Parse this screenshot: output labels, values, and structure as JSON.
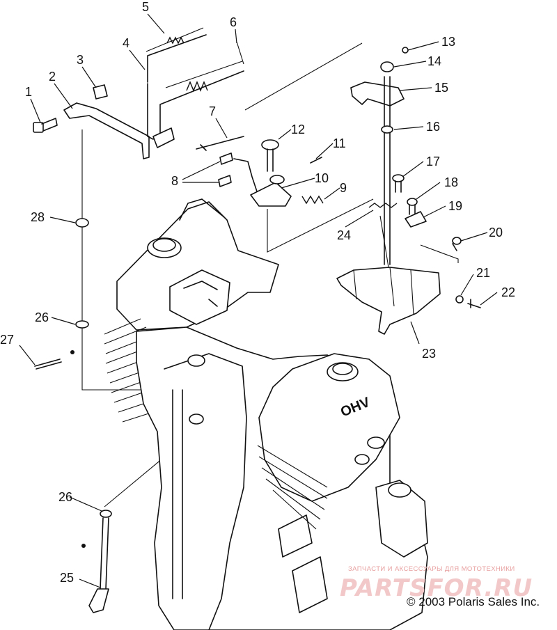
{
  "callouts": [
    "1",
    "2",
    "3",
    "4",
    "5",
    "6",
    "7",
    "8",
    "9",
    "10",
    "11",
    "12",
    "13",
    "14",
    "15",
    "16",
    "17",
    "18",
    "19",
    "20",
    "21",
    "22",
    "23",
    "24",
    "25",
    "26",
    "26",
    "27",
    "28"
  ],
  "engine_mark": "OHV",
  "watermark": {
    "subtitle": "ЗАПЧАСТИ И АКСЕССУАРЫ ДЛЯ МОТОТЕХНИКИ",
    "logo": "PARTSFOR.RU"
  },
  "copyright": "© 2003 Polaris Sales Inc."
}
